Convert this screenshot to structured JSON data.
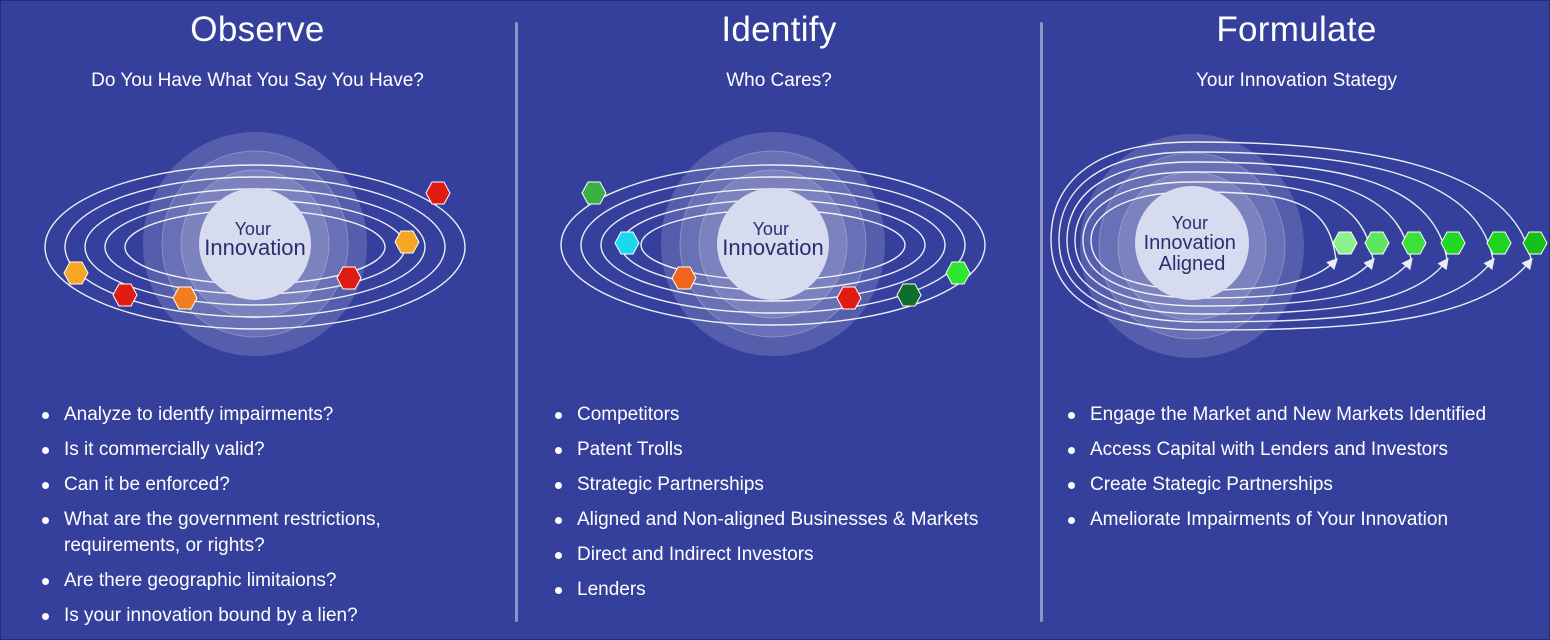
{
  "panels": [
    {
      "title": "Observe",
      "subtitle": "Do You Have What You Say You Have?",
      "center_lines": [
        "Your",
        "Innovation"
      ],
      "bullets": [
        "Analyze to identfy impairments?",
        "Is it commercially valid?",
        "Can it be enforced?",
        "What are the government restrictions, requirements,  or rights?",
        "Are there geographic limitaions?",
        "Is your innovation bound by a lien?"
      ],
      "node_colors": [
        "#f5a623",
        "#e01b12",
        "#f07d1e",
        "#e01b12",
        "#f5a623",
        "#e01b12"
      ]
    },
    {
      "title": "Identify",
      "subtitle": "Who Cares?",
      "center_lines": [
        "Your",
        "Innovation"
      ],
      "bullets": [
        "Competitors",
        "Patent Trolls",
        "Strategic Partnerships",
        "Aligned and Non-aligned Businesses & Markets",
        "Direct and Indirect Investors",
        "Lenders"
      ],
      "node_colors": [
        "#3cb043",
        "#19d8f0",
        "#f0641e",
        "#e01b12",
        "#0f6e2a",
        "#2ee82e"
      ]
    },
    {
      "title": "Formulate",
      "subtitle": "Your Innovation Stategy",
      "center_lines": [
        "Your",
        "Innovation",
        "Aligned"
      ],
      "bullets": [
        "Engage the Market and New Markets Identified",
        "Access Capital with Lenders and Investors",
        "Create Stategic Partnerships",
        "Ameliorate Impairments of Your Innovation"
      ],
      "node_colors": [
        "#8cf08c",
        "#5ee65e",
        "#3ddf3d",
        "#22d822",
        "#1ed61e",
        "#16c016"
      ]
    }
  ]
}
